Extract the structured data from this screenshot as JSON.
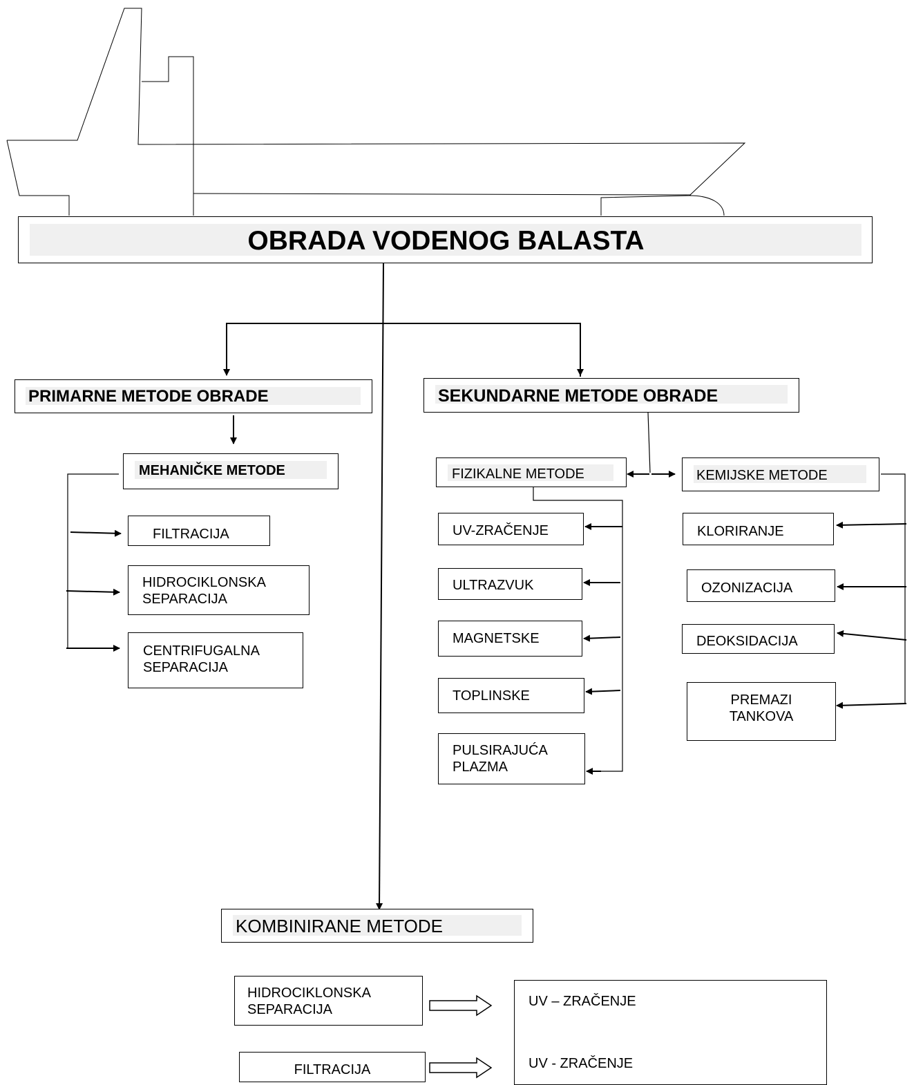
{
  "title": "OBRADA VODENOG BALASTA",
  "primary": {
    "label": "PRIMARNE METODE OBRADE",
    "mechanical": {
      "label": "MEHANIČKE METODE",
      "items": [
        "FILTRACIJA",
        "HIDROCIKLONSKA\nSEPARACIJA",
        "CENTRIFUGALNA\nSEPARACIJA"
      ]
    }
  },
  "secondary": {
    "label": "SEKUNDARNE METODE OBRADE",
    "physical": {
      "label": "FIZIKALNE METODE",
      "items": [
        "UV-ZRAČENJE",
        "ULTRAZVUK",
        "MAGNETSKE",
        "TOPLINSKE",
        "PULSIRAJUĆA\nPLAZMA"
      ]
    },
    "chemical": {
      "label": "KEMIJSKE METODE",
      "items": [
        "KLORIRANJE",
        "OZONIZACIJA",
        "DEOKSIDACIJA",
        "PREMAZI\nTANKOVA"
      ]
    }
  },
  "combined": {
    "label": "KOMBINIRANE METODE",
    "pairs": [
      {
        "from": "HIDROCIKLONSKA\nSEPARACIJA",
        "to": "UV – ZRAČENJE"
      },
      {
        "from": "FILTRACIJA",
        "to": "UV - ZRAČENJE"
      }
    ]
  }
}
